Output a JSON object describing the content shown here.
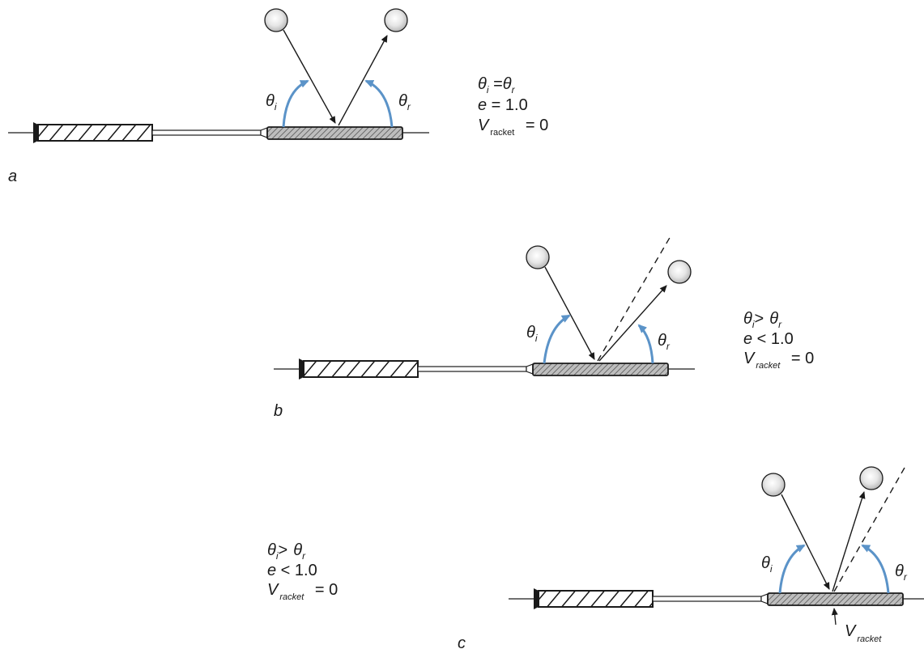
{
  "panels": [
    {
      "letter": "a",
      "theta_i": "θ",
      "sub_i": "i",
      "theta_r": "θ",
      "sub_r": "r",
      "eq_line1": {
        "a": "θ",
        "a_sub": "i",
        "op": " =",
        "b": "θ",
        "b_sub": "r"
      },
      "eq_line2": {
        "var": "e",
        "rest": " = 1.0"
      },
      "eq_line3": {
        "var": "V",
        "sub": "racket",
        "rest": " = 0"
      }
    },
    {
      "letter": "b",
      "theta_i": "θ",
      "sub_i": "i",
      "theta_r": "θ",
      "sub_r": "r",
      "eq_line1": {
        "a": "θ",
        "a_sub": "i",
        "op": ">",
        "b": "θ",
        "b_sub": "r"
      },
      "eq_line2": {
        "var": "e",
        "rest": " < 1.0"
      },
      "eq_line3": {
        "var": "V",
        "sub": "racket",
        "rest": " = 0"
      }
    },
    {
      "letter": "c",
      "theta_i": "θ",
      "sub_i": "i",
      "theta_r": "θ",
      "sub_r": "r",
      "eq_line1": {
        "a": "θ",
        "a_sub": "i",
        "op": ">",
        "b": "θ",
        "b_sub": "r"
      },
      "eq_line2": {
        "var": "e",
        "rest": " < 1.0"
      },
      "eq_line3": {
        "var": "V",
        "sub": "racket",
        "rest": " = 0"
      },
      "velocity_label": {
        "var": "V",
        "sub": "racket"
      }
    }
  ],
  "colors": {
    "angle_arc": "#5b93c8",
    "ink": "#1a1a1a",
    "head_fill": "#bdbdbd",
    "ball_fill": "#d0d0d0"
  }
}
